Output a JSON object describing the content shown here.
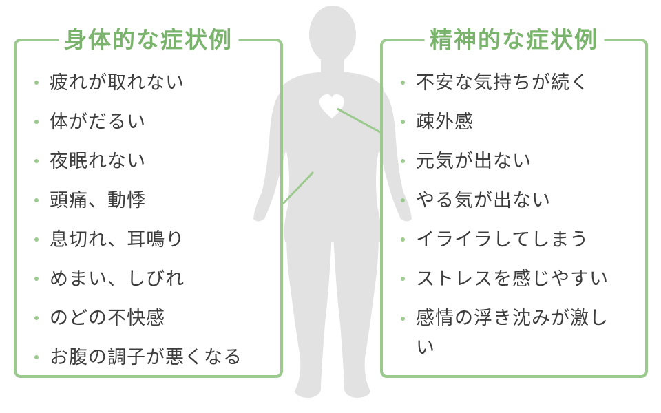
{
  "colors": {
    "accent": "#9bc98e",
    "title": "#7ab46c",
    "silhouette": "#e2e2e2",
    "text": "#3d3d3d"
  },
  "physical": {
    "title": "身体的な症状例",
    "items": [
      "疲れが取れない",
      "体がだるい",
      "夜眠れない",
      "頭痛、動悸",
      "息切れ、耳鳴り",
      "めまい、しびれ",
      "のどの不快感",
      "お腹の調子が悪くなる"
    ]
  },
  "mental": {
    "title": "精神的な症状例",
    "items": [
      "不安な気持ちが続く",
      "疎外感",
      "元気が出ない",
      "やる気が出ない",
      "イライラしてしまう",
      "ストレスを感じやすい",
      "感情の浮き沈みが激しい"
    ]
  },
  "icons": [
    "human-silhouette-icon",
    "heart-icon",
    "bullet-dot-icon"
  ]
}
